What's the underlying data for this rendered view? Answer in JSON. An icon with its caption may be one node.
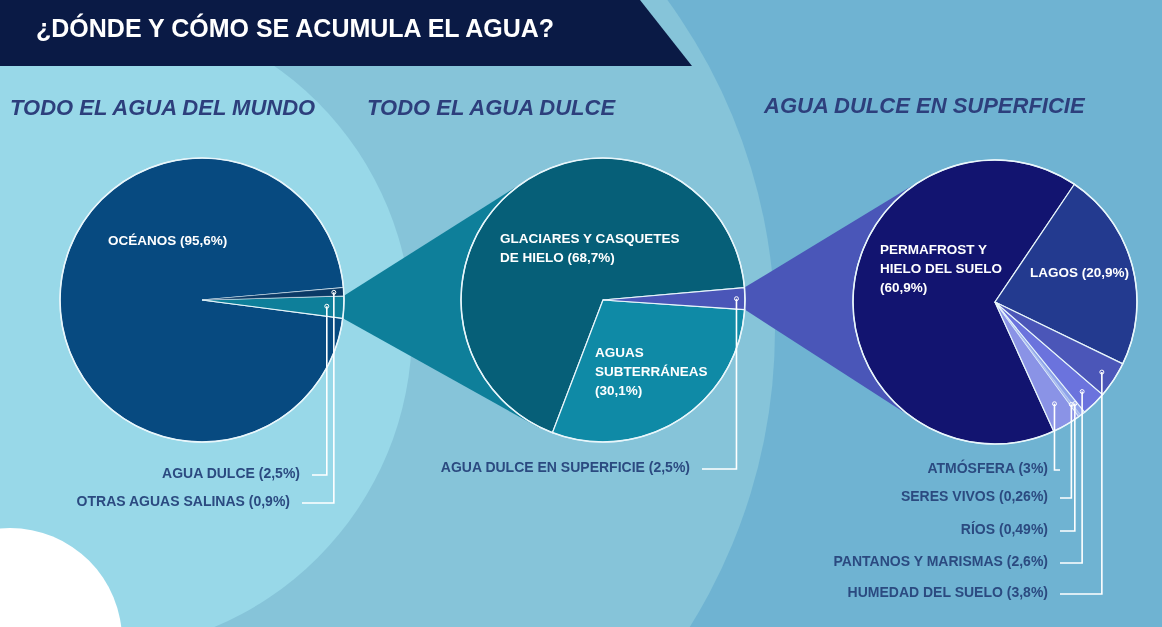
{
  "diagram": {
    "title": "¿DÓNDE Y CÓMO SE ACUMULA EL AGUA?",
    "nodes": [
      {
        "text": [],
        "shape": "triangle"
      },
      {
        "text": [],
        "shape": "triangle"
      }
    ],
    "chart_data": [
      {
        "type": "pie",
        "title": "TODO EL AGUA DEL MUNDO",
        "categories": [
          "OCÉANOS (95,6%)",
          "AGUA DULCE (2,5%)",
          "OTRAS AGUAS SALINAS (0,9%)"
        ],
        "values": [
          95.6,
          2.5,
          0.9
        ],
        "colors": [
          "#074a80",
          "#0e7f9a",
          "#0b3a66"
        ]
      },
      {
        "type": "pie",
        "title": "TODO EL AGUA DULCE",
        "categories": [
          "GLACIARES Y CASQUETES DE HIELO (68,7%)",
          "AGUAS SUBTERRÁNEAS (30,1%)",
          "AGUA DULCE EN SUPERFICIE (2,5%)"
        ],
        "values": [
          68.7,
          30.1,
          2.5
        ],
        "colors": [
          "#065f78",
          "#0f8aa6",
          "#4a56b8"
        ]
      },
      {
        "type": "pie",
        "title": "AGUA DULCE EN SUPERFICIE",
        "categories": [
          "PERMAFROST Y HIELO DEL SUELO (60,9%)",
          "LAGOS (20,9%)",
          "ATMÓSFERA (3%)",
          "SERES VIVOS (0,26%)",
          "RÍOS (0,49%)",
          "PANTANOS Y MARISMAS (2,6%)",
          "HUMEDAD DEL SUELO (3,8%)"
        ],
        "values": [
          60.9,
          20.9,
          3,
          0.26,
          0.49,
          2.6,
          3.8
        ],
        "colors": [
          "#121470",
          "#233a8f",
          "#8a93e6",
          "#a9b8f0",
          "#8ea2ea",
          "#6b73dd",
          "#4b56b8"
        ]
      }
    ]
  }
}
